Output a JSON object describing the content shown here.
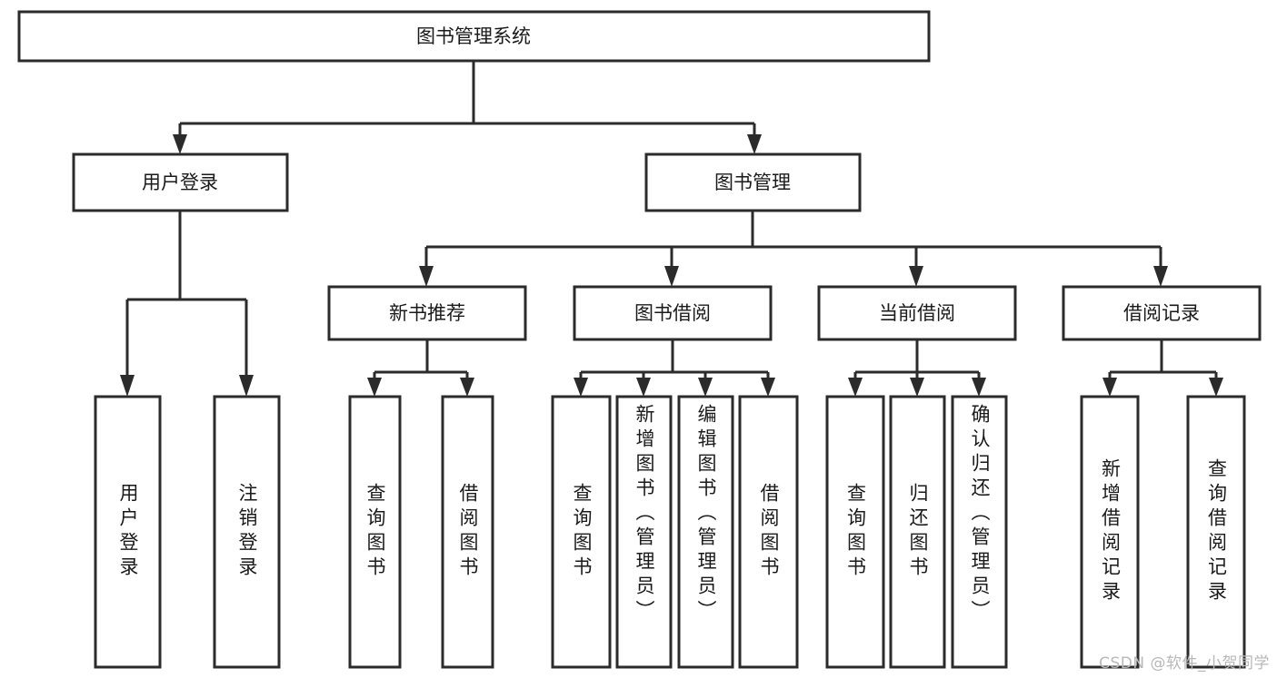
{
  "diagram": {
    "type": "tree",
    "title": "图书管理系统",
    "orientation": "top-down",
    "colors": {
      "box_stroke": "#2b2b2b",
      "box_fill": "#ffffff",
      "connector": "#2b2b2b",
      "text": "#1a1a1a",
      "watermark": "#b8b8b8",
      "background": "#ffffff"
    },
    "root": {
      "label": "图书管理系统"
    },
    "level2": [
      {
        "label": "用户登录"
      },
      {
        "label": "图书管理"
      }
    ],
    "level3": [
      {
        "label": "新书推荐"
      },
      {
        "label": "图书借阅"
      },
      {
        "label": "当前借阅"
      },
      {
        "label": "借阅记录"
      }
    ],
    "leaves": {
      "user_login": [
        {
          "label": "用户登录"
        },
        {
          "label": "注销登录"
        }
      ],
      "new_book": [
        {
          "label": "查询图书"
        },
        {
          "label": "借阅图书"
        }
      ],
      "book_borrow": [
        {
          "label": "查询图书"
        },
        {
          "label": "新增图书（管理员）"
        },
        {
          "label": "编辑图书（管理员）"
        },
        {
          "label": "借阅图书"
        }
      ],
      "current_borrow": [
        {
          "label": "查询图书"
        },
        {
          "label": "归还图书"
        },
        {
          "label": "确认归还（管理员）"
        }
      ],
      "borrow_record": [
        {
          "label": "新增借阅记录"
        },
        {
          "label": "查询借阅记录"
        }
      ]
    }
  },
  "watermark": {
    "text": "CSDN @软件_小贺同学"
  }
}
